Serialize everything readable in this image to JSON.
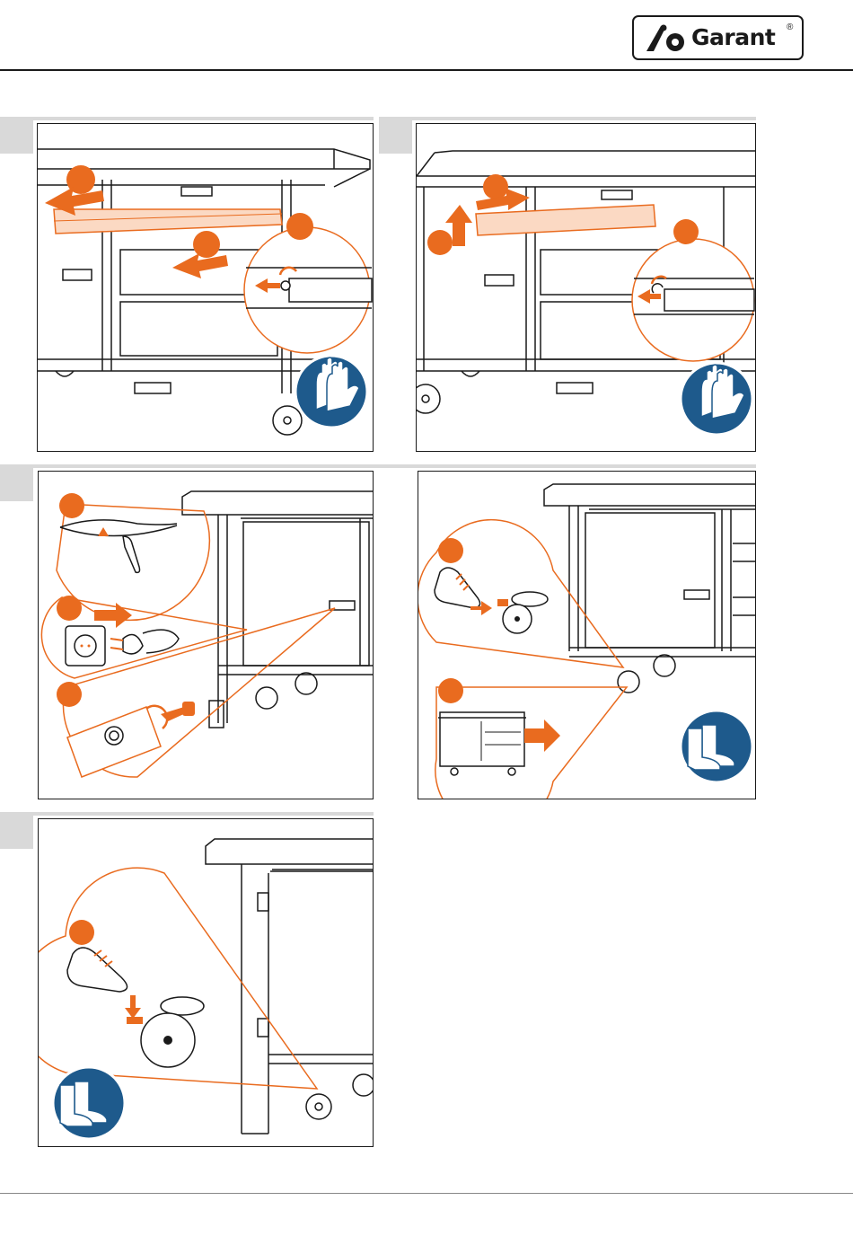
{
  "header": {
    "brand": "Garant",
    "registered_mark": "®"
  },
  "colors": {
    "accent": "#e96b1f",
    "safety_blue": "#1e5a8c",
    "line": "#1a1a1a",
    "step_tab": "#d9d9d9"
  },
  "panels": [
    {
      "id": "remove-shelf-left",
      "icon": "gloves-icon"
    },
    {
      "id": "remove-shelf-right",
      "icon": "gloves-icon"
    },
    {
      "id": "power-and-lock",
      "icon": ""
    },
    {
      "id": "release-brake-move",
      "icon": "safety-boots-icon"
    },
    {
      "id": "apply-brake",
      "icon": "safety-boots-icon"
    }
  ]
}
